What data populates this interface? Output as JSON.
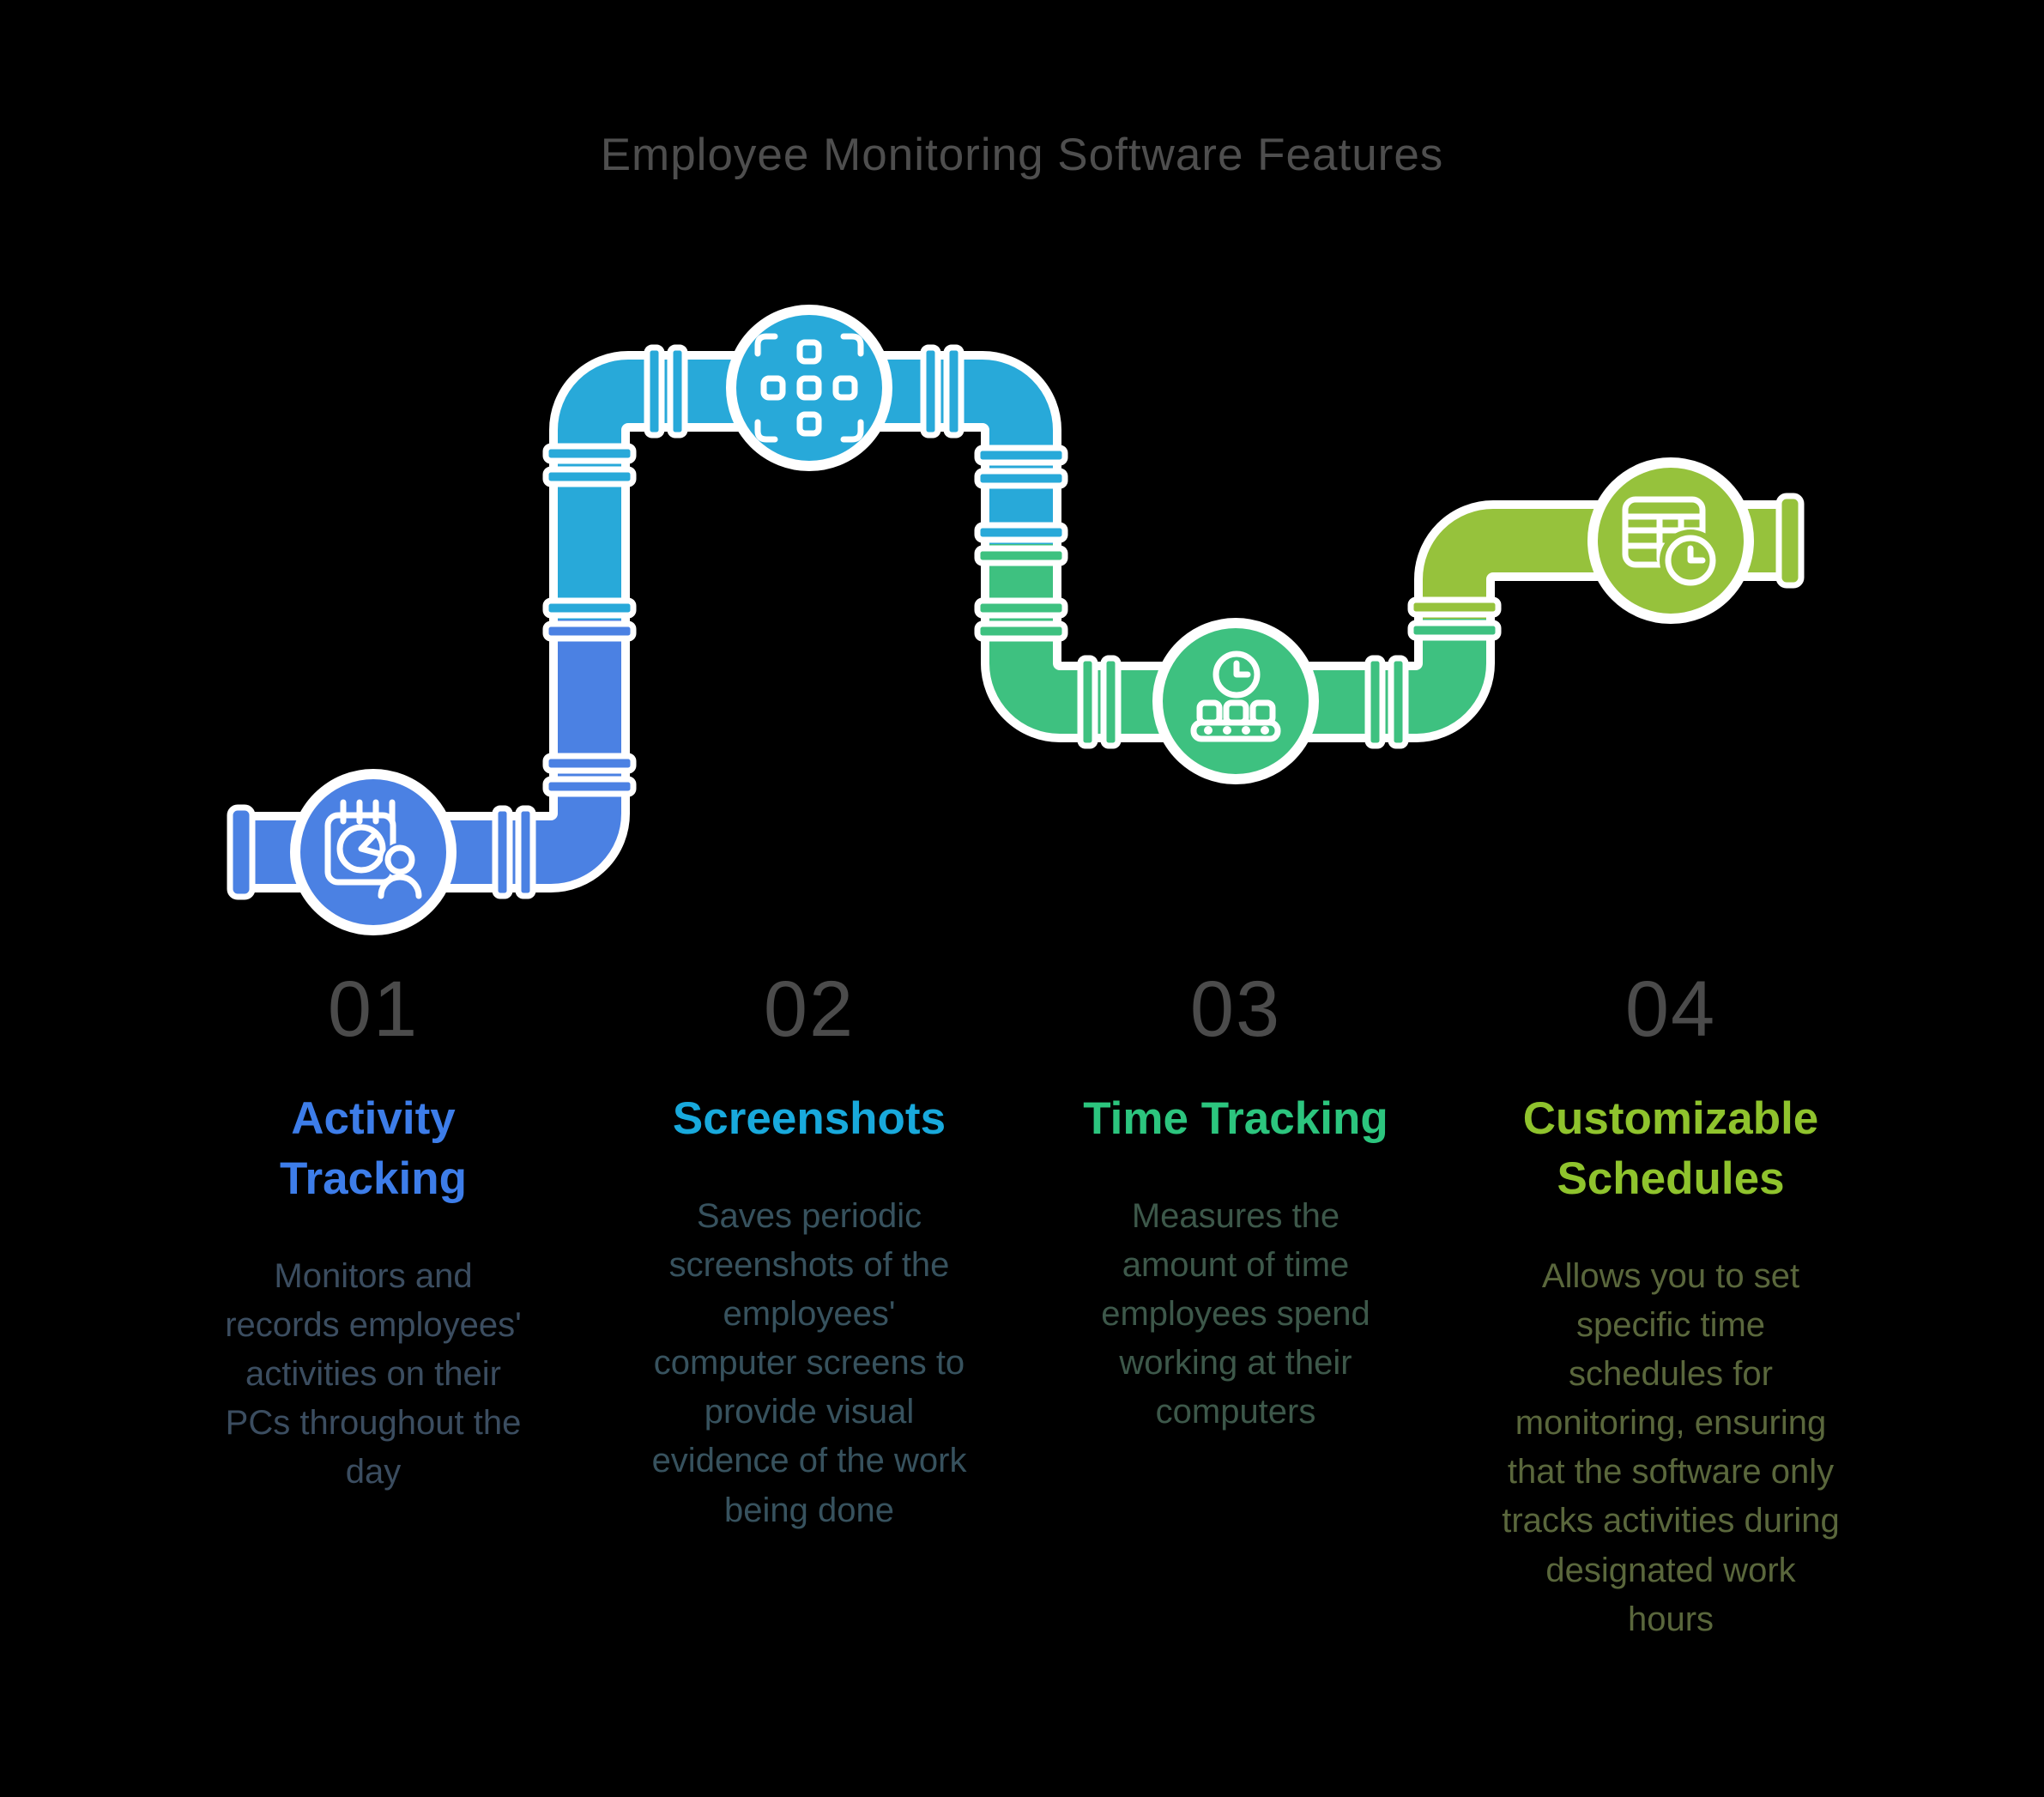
{
  "title": "Employee Monitoring Software Features",
  "colors": {
    "blue": "#4b81e3",
    "cyan": "#28a9d9",
    "green": "#3ec180",
    "lime": "#96c23c",
    "title": "#4e4e4e",
    "num": "#4b4b4b",
    "h1": "#3d7de9",
    "b1": "#3b4d60",
    "h2": "#18a9dc",
    "b2": "#37525e",
    "h3": "#2cc57e",
    "b3": "#3d584a",
    "h4": "#8fc32d",
    "b4": "#5a673c"
  },
  "features": [
    {
      "number": "01",
      "heading": "Activity Tracking",
      "description": "Monitors and records employees' activities on their PCs throughout the day",
      "icon": "calendar-report-user-icon",
      "accent": "#3d7de9"
    },
    {
      "number": "02",
      "heading": "Screenshots",
      "description": "Saves periodic screenshots of the employees' computer screens to provide visual evidence of the work being done",
      "icon": "screenshot-capture-icon",
      "accent": "#18a9dc"
    },
    {
      "number": "03",
      "heading": "Time Tracking",
      "description": "Measures the amount of time employees spend working at their computers",
      "icon": "clock-conveyor-icon",
      "accent": "#2cc57e"
    },
    {
      "number": "04",
      "heading": "Customizable Schedules",
      "description": "Allows you to set specific time schedules for monitoring, ensuring that the software only tracks activities during designated work hours",
      "icon": "schedule-table-clock-icon",
      "accent": "#8fc32d"
    }
  ]
}
